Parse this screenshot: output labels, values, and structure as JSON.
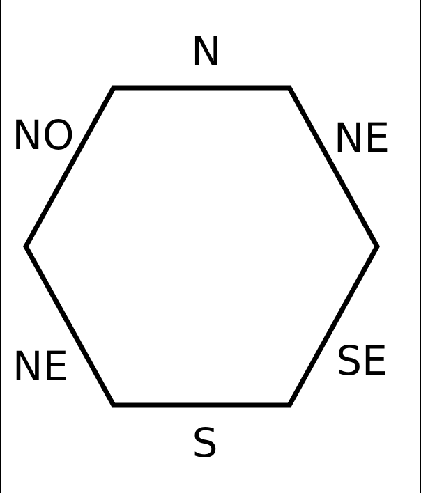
{
  "diagram": {
    "line_color": "#000000",
    "labels": {
      "top": "N",
      "top_right": "NE",
      "bottom_right": "SE",
      "bottom": "S",
      "bottom_left": "NE",
      "top_left": "NO"
    }
  }
}
